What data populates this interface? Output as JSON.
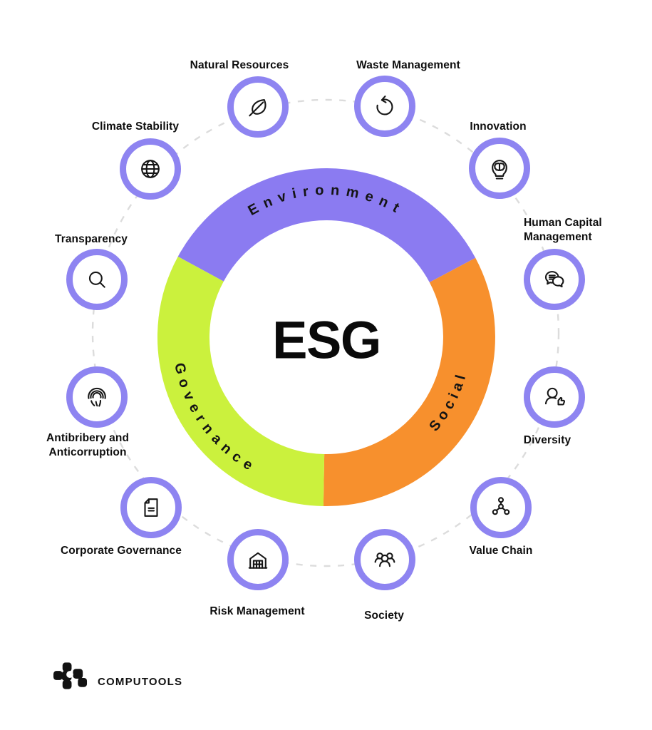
{
  "wheel": {
    "center_label": "ESG",
    "segments": [
      {
        "label": "Environment",
        "color": "#8B7BF1"
      },
      {
        "label": "Social",
        "color": "#F7902D"
      },
      {
        "label": "Governance",
        "color": "#CBF13D"
      }
    ],
    "icon_ring_color": "#8E84F1",
    "connector_dash_color": "#DCDCDC"
  },
  "topics": [
    {
      "label": "Natural Resources",
      "icon": "leaf-icon"
    },
    {
      "label": "Waste Management",
      "icon": "undo-arrow-icon"
    },
    {
      "label": "Innovation",
      "icon": "lightbulb-brain-icon"
    },
    {
      "label": "Human Capital Management",
      "icon": "speech-bubbles-icon"
    },
    {
      "label": "Diversity",
      "icon": "person-thumbs-up-icon"
    },
    {
      "label": "Value Chain",
      "icon": "network-nodes-icon"
    },
    {
      "label": "Society",
      "icon": "people-group-icon"
    },
    {
      "label": "Risk Management",
      "icon": "warehouse-icon"
    },
    {
      "label": "Corporate Governance",
      "icon": "document-icon"
    },
    {
      "label": "Antibribery and Anticorruption",
      "icon": "fingerprint-icon"
    },
    {
      "label": "Transparency",
      "icon": "magnifier-icon"
    },
    {
      "label": "Climate Stability",
      "icon": "globe-icon"
    }
  ],
  "footer": {
    "brand": "COMPUTOOLS"
  }
}
